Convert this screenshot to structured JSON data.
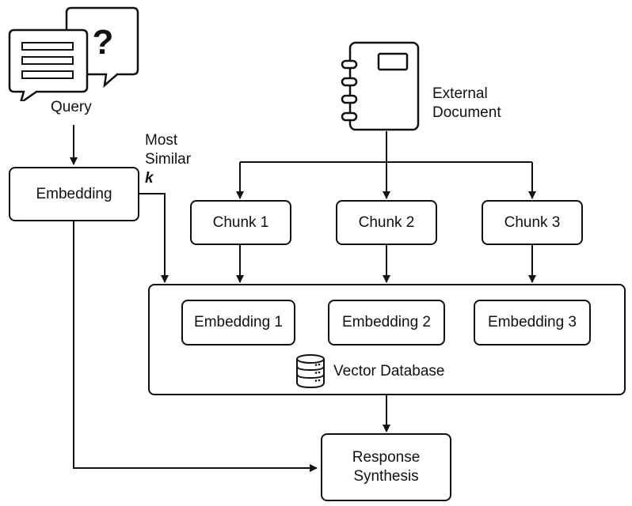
{
  "query": {
    "label": "Query",
    "icon": "chat-question-icon",
    "question_mark": "?"
  },
  "embedding": {
    "label": "Embedding"
  },
  "most_similar": {
    "line1": "Most",
    "line2": "Similar",
    "k": "k"
  },
  "document": {
    "label": "External\nDocument",
    "icon": "notebook-icon"
  },
  "chunks": [
    {
      "label": "Chunk 1"
    },
    {
      "label": "Chunk 2"
    },
    {
      "label": "Chunk 3"
    }
  ],
  "embeddings": [
    {
      "label": "Embedding 1"
    },
    {
      "label": "Embedding 2"
    },
    {
      "label": "Embedding 3"
    }
  ],
  "vector_db": {
    "label": "Vector Database",
    "icon": "database-icon"
  },
  "response": {
    "label": "Response\nSynthesis"
  }
}
